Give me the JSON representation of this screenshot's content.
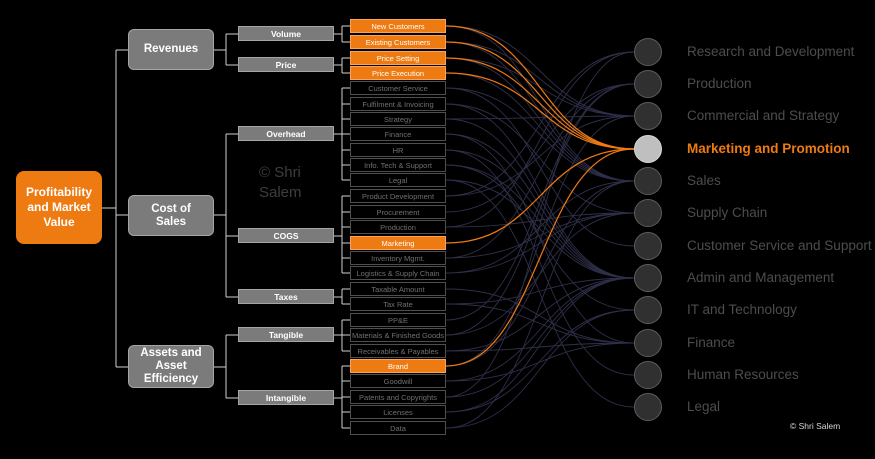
{
  "root": {
    "label": "Profitability and Market Value"
  },
  "watermark": {
    "line1": "© Shri",
    "line2": "Salem"
  },
  "credit": "© Shri Salem",
  "colors": {
    "accent": "#ee7a12",
    "box": "#7b7b7b",
    "background": "#000000"
  },
  "categories": [
    {
      "label": "Revenues",
      "drivers": [
        {
          "label": "Volume",
          "items": [
            {
              "label": "New Customers",
              "highlighted": true
            },
            {
              "label": "Existing Customers",
              "highlighted": true
            }
          ]
        },
        {
          "label": "Price",
          "items": [
            {
              "label": "Price Setting",
              "highlighted": true
            },
            {
              "label": "Price Execution",
              "highlighted": true
            }
          ]
        }
      ]
    },
    {
      "label": "Cost of Sales",
      "drivers": [
        {
          "label": "Overhead",
          "items": [
            {
              "label": "Customer Service",
              "highlighted": false
            },
            {
              "label": "Fulfilment & Invoicing",
              "highlighted": false
            },
            {
              "label": "Strategy",
              "highlighted": false
            },
            {
              "label": "Finance",
              "highlighted": false
            },
            {
              "label": "HR",
              "highlighted": false
            },
            {
              "label": "Info. Tech & Support",
              "highlighted": false
            },
            {
              "label": "Legal",
              "highlighted": false
            }
          ]
        },
        {
          "label": "COGS",
          "items": [
            {
              "label": "Product Development",
              "highlighted": false
            },
            {
              "label": "Procurement",
              "highlighted": false
            },
            {
              "label": "Production",
              "highlighted": false
            },
            {
              "label": "Marketing",
              "highlighted": true
            },
            {
              "label": "Inventory Mgmt.",
              "highlighted": false
            },
            {
              "label": "Logistics & Supply Chain",
              "highlighted": false
            }
          ]
        },
        {
          "label": "Taxes",
          "items": [
            {
              "label": "Taxable Amount",
              "highlighted": false
            },
            {
              "label": "Tax Rate",
              "highlighted": false
            }
          ]
        }
      ]
    },
    {
      "label": "Assets and Asset Efficiency",
      "drivers": [
        {
          "label": "Tangible",
          "items": [
            {
              "label": "PP&E",
              "highlighted": false
            },
            {
              "label": "Materials & Finished Goods",
              "highlighted": false
            },
            {
              "label": "Receivables & Payables",
              "highlighted": false
            }
          ]
        },
        {
          "label": "Intangible",
          "items": [
            {
              "label": "Brand",
              "highlighted": true
            },
            {
              "label": "Goodwill",
              "highlighted": false
            },
            {
              "label": "Patents and Copyrights",
              "highlighted": false
            },
            {
              "label": "Licenses",
              "highlighted": false
            },
            {
              "label": "Data",
              "highlighted": false
            }
          ]
        }
      ]
    }
  ],
  "functions": [
    {
      "label": "Research and Development",
      "highlighted": false
    },
    {
      "label": "Production",
      "highlighted": false
    },
    {
      "label": "Commercial and Strategy",
      "highlighted": false
    },
    {
      "label": "Marketing and Promotion",
      "highlighted": true
    },
    {
      "label": "Sales",
      "highlighted": false
    },
    {
      "label": "Supply Chain",
      "highlighted": false
    },
    {
      "label": "Customer Service and Support",
      "highlighted": false
    },
    {
      "label": "Admin and Management",
      "highlighted": false
    },
    {
      "label": "IT and Technology",
      "highlighted": false
    },
    {
      "label": "Finance",
      "highlighted": false
    },
    {
      "label": "Human Resources",
      "highlighted": false
    },
    {
      "label": "Legal",
      "highlighted": false
    }
  ],
  "links": [
    [
      0,
      2
    ],
    [
      0,
      3
    ],
    [
      0,
      4
    ],
    [
      1,
      2
    ],
    [
      1,
      3
    ],
    [
      1,
      4
    ],
    [
      2,
      2
    ],
    [
      2,
      3
    ],
    [
      2,
      4
    ],
    [
      3,
      3
    ],
    [
      3,
      4
    ],
    [
      4,
      6
    ],
    [
      4,
      4
    ],
    [
      5,
      5
    ],
    [
      5,
      7
    ],
    [
      6,
      2
    ],
    [
      6,
      7
    ],
    [
      7,
      9
    ],
    [
      7,
      7
    ],
    [
      8,
      10
    ],
    [
      8,
      7
    ],
    [
      9,
      8
    ],
    [
      9,
      7
    ],
    [
      10,
      11
    ],
    [
      10,
      7
    ],
    [
      11,
      0
    ],
    [
      11,
      2
    ],
    [
      12,
      1
    ],
    [
      13,
      0
    ],
    [
      13,
      5
    ],
    [
      14,
      3
    ],
    [
      15,
      5
    ],
    [
      15,
      1
    ],
    [
      16,
      5
    ],
    [
      16,
      4
    ],
    [
      17,
      9
    ],
    [
      18,
      9
    ],
    [
      18,
      7
    ],
    [
      19,
      1
    ],
    [
      20,
      5
    ],
    [
      20,
      1
    ],
    [
      21,
      9
    ],
    [
      21,
      7
    ],
    [
      22,
      3
    ],
    [
      22,
      4
    ],
    [
      22,
      2
    ],
    [
      23,
      9
    ],
    [
      23,
      7
    ],
    [
      24,
      0
    ],
    [
      24,
      7
    ],
    [
      25,
      8
    ],
    [
      25,
      7
    ],
    [
      26,
      8
    ],
    [
      26,
      4
    ]
  ]
}
